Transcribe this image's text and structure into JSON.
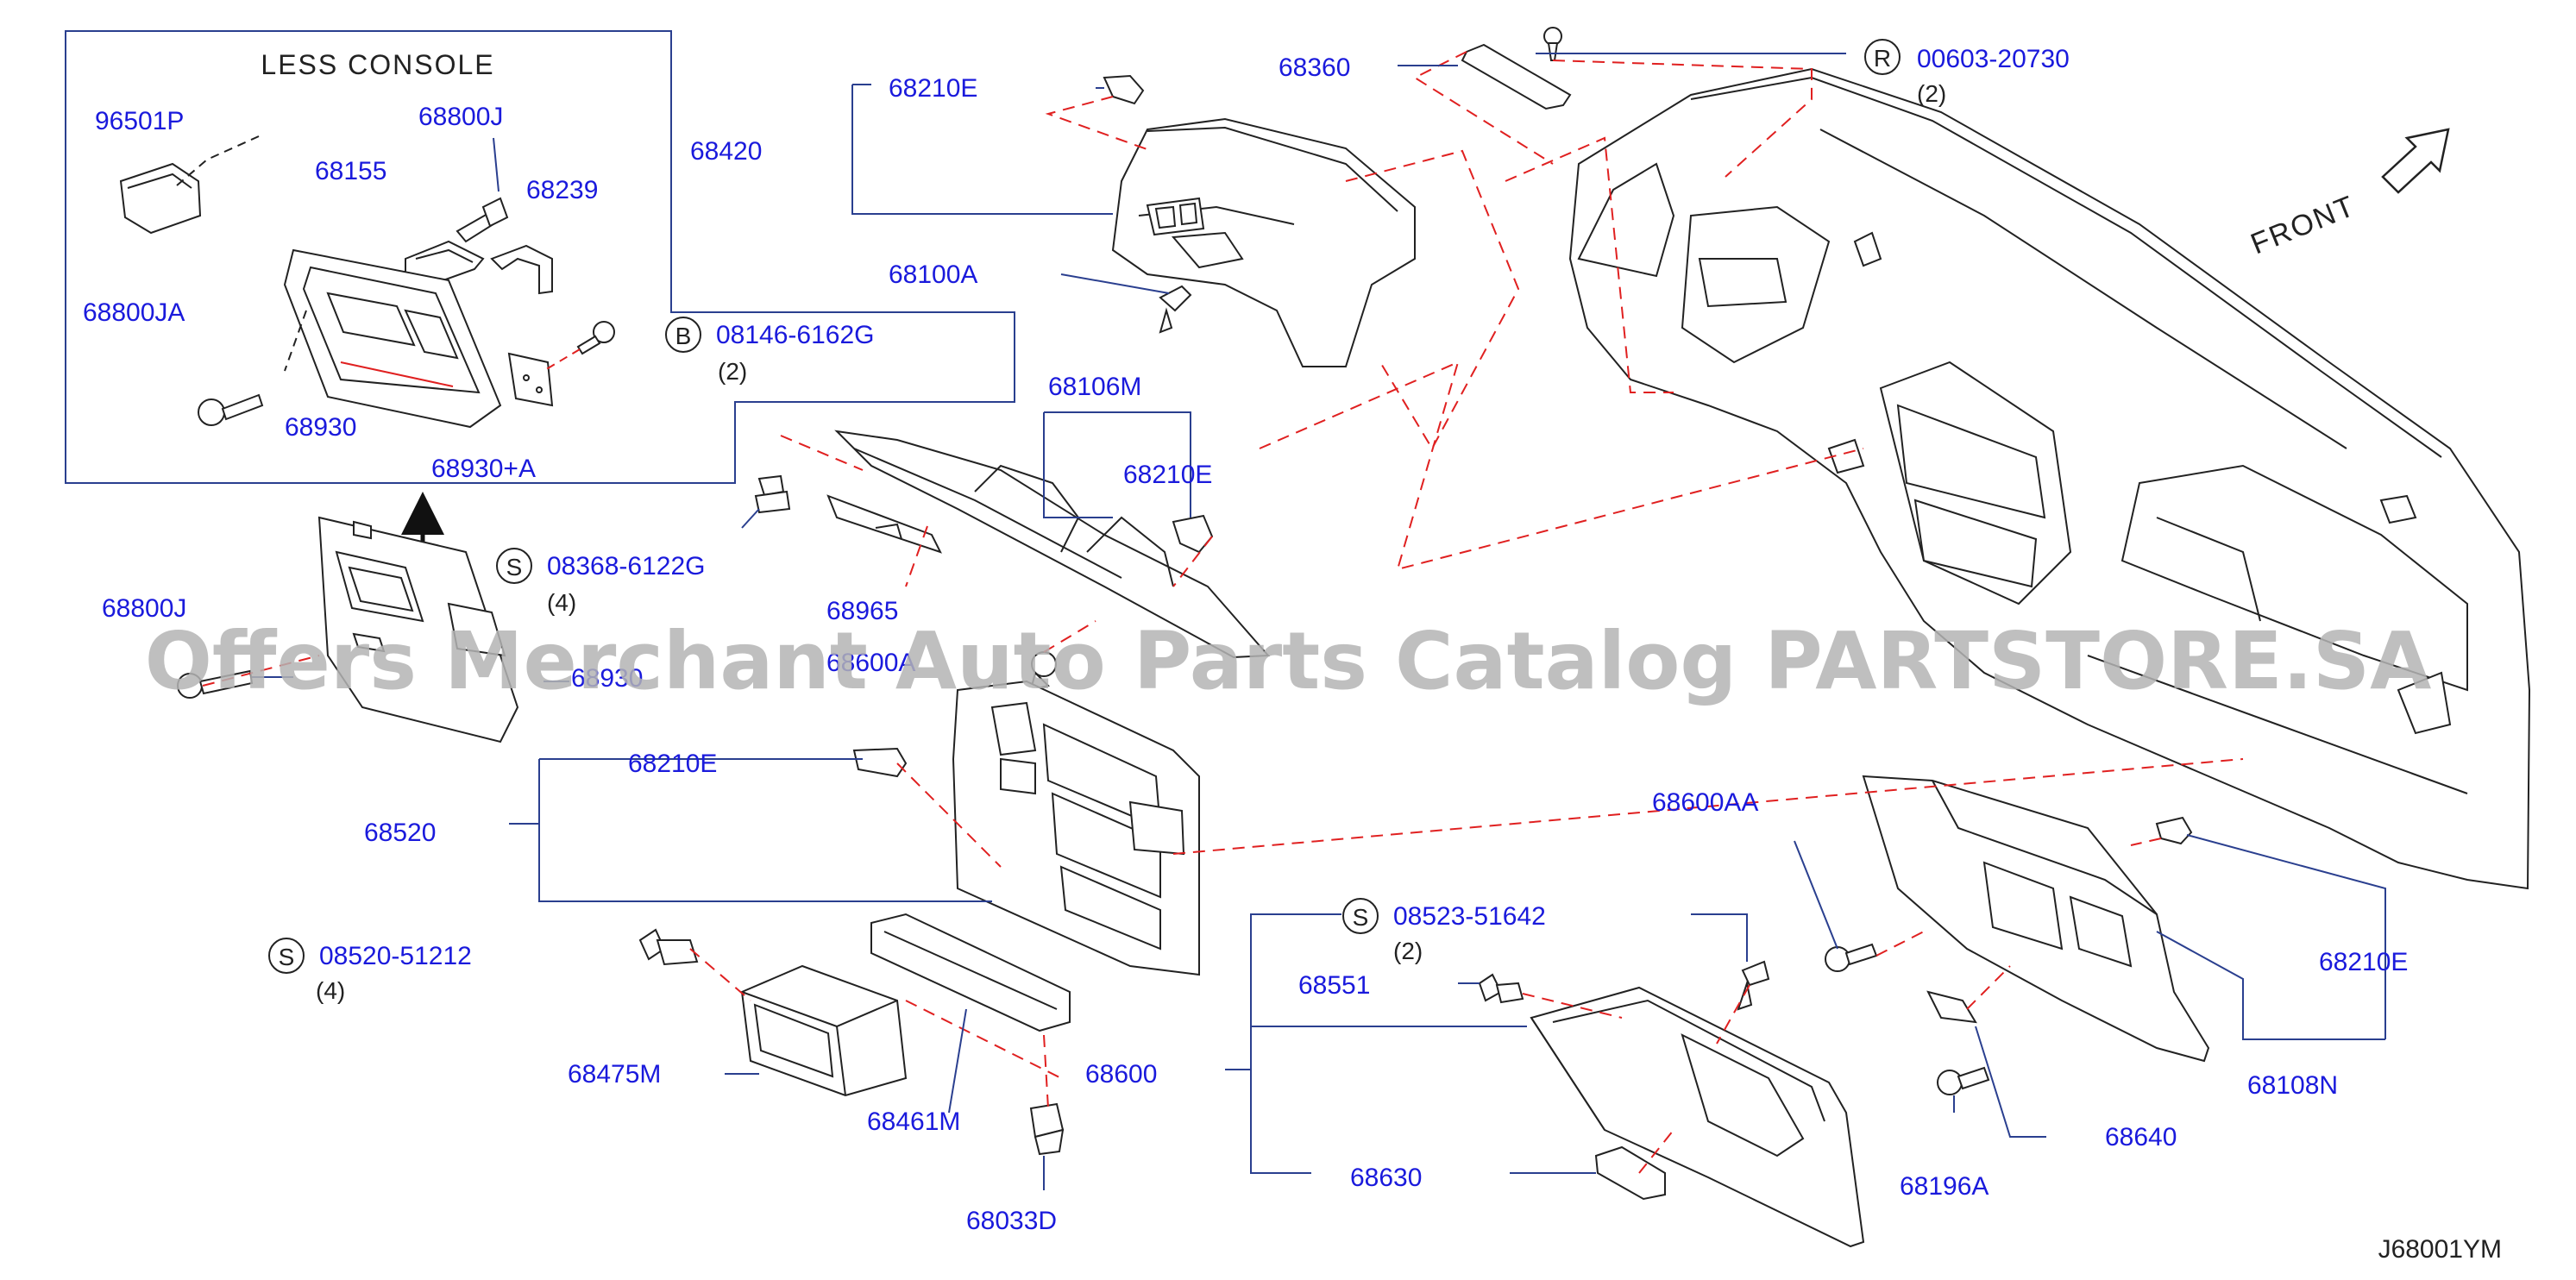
{
  "diagram": {
    "box_title": "LESS  CONSOLE",
    "front_label": "FRONT",
    "drawing_code": "J68001YM",
    "watermark": "Offers Merchant Auto Parts Catalog PARTSTORE.SA",
    "colors": {
      "label": "#1a1adc",
      "line": "#2a3f8f",
      "dash": "#e02020",
      "ink": "#222222",
      "watermark": "#b4b4b4"
    },
    "parts": [
      {
        "id": "p96501P",
        "label": "96501P"
      },
      {
        "id": "p68800J_top",
        "label": "68800J"
      },
      {
        "id": "p68155",
        "label": "68155"
      },
      {
        "id": "p68239",
        "label": "68239"
      },
      {
        "id": "p68800JA",
        "label": "68800JA"
      },
      {
        "id": "p08146",
        "label": "08146-6162G",
        "badge": "B",
        "qty": "(2)"
      },
      {
        "id": "p68930",
        "label": "68930"
      },
      {
        "id": "p68930A",
        "label": "68930+A"
      },
      {
        "id": "p68210E_a",
        "label": "68210E"
      },
      {
        "id": "p68420",
        "label": "68420"
      },
      {
        "id": "p68360",
        "label": "68360"
      },
      {
        "id": "p00603",
        "label": "00603-20730",
        "badge": "R",
        "qty": "(2)"
      },
      {
        "id": "p68100A",
        "label": "68100A"
      },
      {
        "id": "p68106M",
        "label": "68106M"
      },
      {
        "id": "p68210E_b",
        "label": "68210E"
      },
      {
        "id": "p08368",
        "label": "08368-6122G",
        "badge": "S",
        "qty": "(4)"
      },
      {
        "id": "p68965",
        "label": "68965"
      },
      {
        "id": "p68600A",
        "label": "68600A"
      },
      {
        "id": "p68800J_mid",
        "label": "68800J"
      },
      {
        "id": "p68930_mid",
        "label": "68930"
      },
      {
        "id": "p68210E_c",
        "label": "68210E"
      },
      {
        "id": "p68520",
        "label": "68520"
      },
      {
        "id": "p08520",
        "label": "08520-51212",
        "badge": "S",
        "qty": "(4)"
      },
      {
        "id": "p68475M",
        "label": "68475M"
      },
      {
        "id": "p68461M",
        "label": "68461M"
      },
      {
        "id": "p68033D",
        "label": "68033D"
      },
      {
        "id": "p08523",
        "label": "08523-51642",
        "badge": "S",
        "qty": "(2)"
      },
      {
        "id": "p68551",
        "label": "68551"
      },
      {
        "id": "p68600",
        "label": "68600"
      },
      {
        "id": "p68630",
        "label": "68630"
      },
      {
        "id": "p68600AA",
        "label": "68600AA"
      },
      {
        "id": "p68210E_d",
        "label": "68210E"
      },
      {
        "id": "p68108N",
        "label": "68108N"
      },
      {
        "id": "p68640",
        "label": "68640"
      },
      {
        "id": "p68196A",
        "label": "68196A"
      }
    ]
  }
}
